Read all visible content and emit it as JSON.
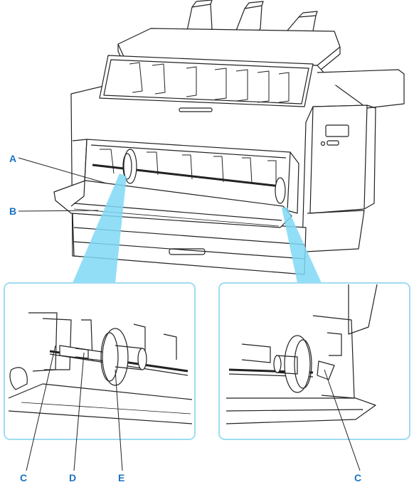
{
  "labels": {
    "a": "A",
    "b": "B",
    "c_left": "C",
    "d": "D",
    "e": "E",
    "c_right": "C"
  },
  "colors": {
    "accent": "#1a72c4",
    "callout": "#7fd8f4",
    "frame": "#9fdcf2",
    "line": "#222222"
  }
}
